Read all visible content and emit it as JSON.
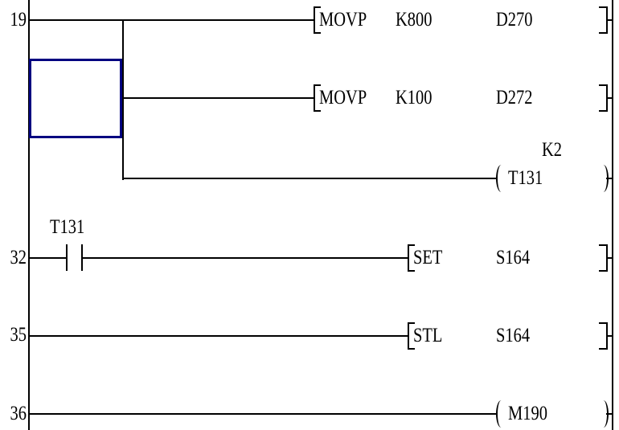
{
  "colors": {
    "background": "#ffffff",
    "line": "#000000",
    "cursor": "#000080"
  },
  "rung19": {
    "number": "19",
    "branch1": {
      "opcode": "MOVP",
      "source": "K800",
      "dest": "D270"
    },
    "branch2": {
      "opcode": "MOVP",
      "source": "K100",
      "dest": "D272"
    },
    "branch3": {
      "coil_device": "T131",
      "preset": "K2"
    }
  },
  "rung32": {
    "number": "32",
    "contact_device": "T131",
    "instruction": {
      "opcode": "SET",
      "operand": "S164"
    }
  },
  "rung35": {
    "number": "35",
    "instruction": {
      "opcode": "STL",
      "operand": "S164"
    }
  },
  "rung36": {
    "number": "36",
    "coil_device": "M190"
  }
}
